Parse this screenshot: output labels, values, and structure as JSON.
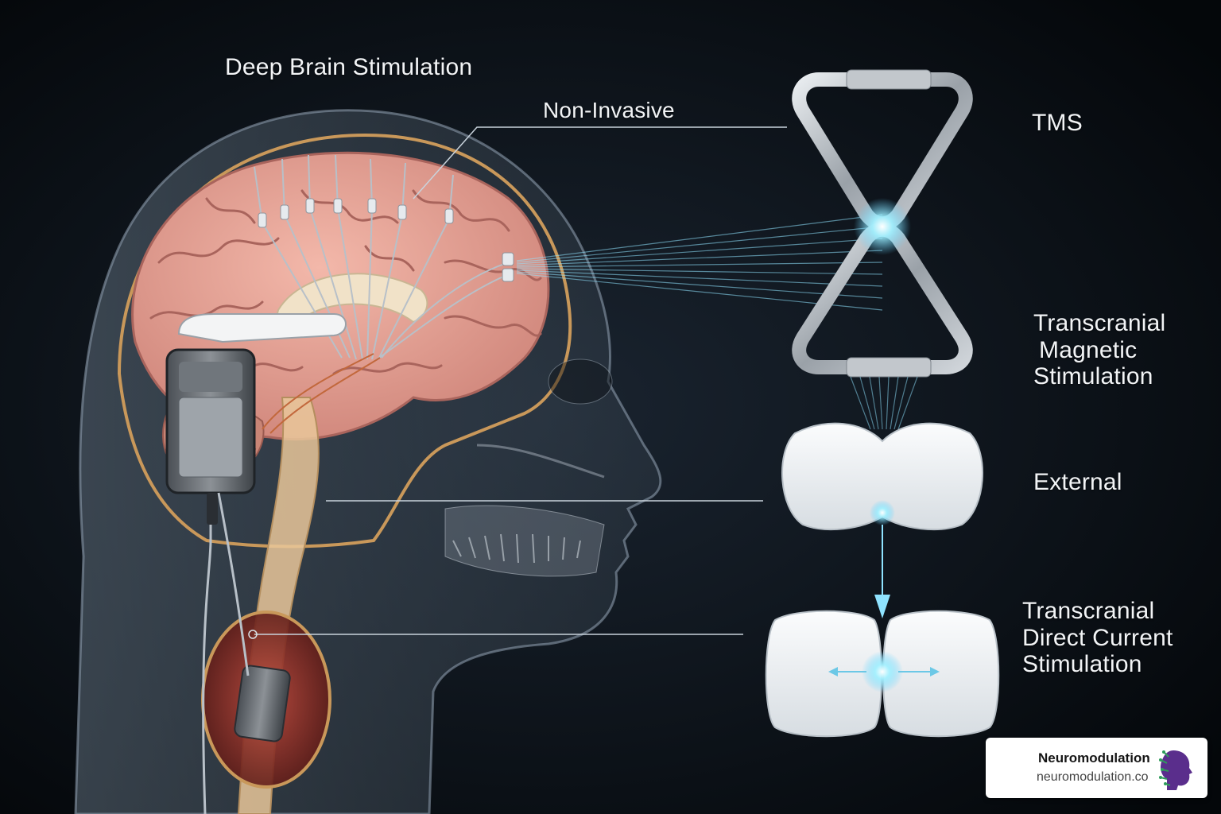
{
  "labels": {
    "deep_brain_stimulation": "Deep Brain Stimulation",
    "non_invasive": "Non-Invasive",
    "tms": "TMS",
    "tms_full": [
      "Transcranial",
      "Magnetic",
      "Stimulation"
    ],
    "external": "External",
    "tdcs_full": [
      "Transcranial",
      "Direct Current",
      "Stimulation"
    ]
  },
  "brand": {
    "name": "Neuromodulation",
    "url": "neuromodulation.co"
  },
  "colors": {
    "background": "#05080c",
    "brain": "#e8a69a",
    "skull_outline": "#c9985a",
    "coil": "#b9bec4",
    "glow": "#8fe3ff",
    "text": "#f2f4f6"
  }
}
